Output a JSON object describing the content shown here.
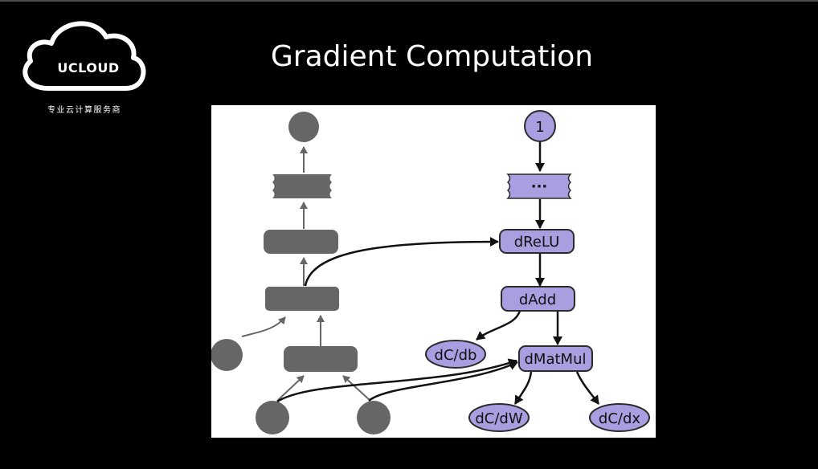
{
  "slide": {
    "title": "Gradient Computation"
  },
  "logo": {
    "brand": "UCLOUD",
    "tagline": "专业云计算服务商",
    "color": "#ffffff"
  },
  "diagram": {
    "forward_color": "#666666",
    "backward_fill": "#a79fe0",
    "backward_stroke": "#2b2b2b",
    "nodes": {
      "seed": "1",
      "ellipsis": "···",
      "drelu": "dReLU",
      "dadd": "dAdd",
      "dcdb": "dC/db",
      "dmatmul": "dMatMul",
      "dcdw": "dC/dW",
      "dcdx": "dC/dx"
    }
  }
}
